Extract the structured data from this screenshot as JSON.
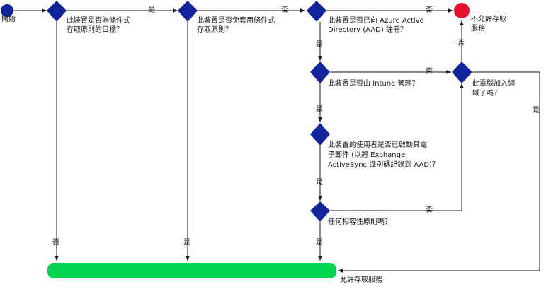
{
  "nodes": {
    "start": {
      "label": "開始"
    },
    "q1": {
      "lines": [
        "此裝置是否為條件式",
        "存取原則的目標？"
      ]
    },
    "q2": {
      "lines": [
        "此裝置是否免套用條件式",
        "存取原則？"
      ]
    },
    "q3": {
      "lines": [
        "此裝置是否已向 Azure Active",
        "Directory (AAD) 註冊？"
      ]
    },
    "q4": {
      "lines": [
        "此裝置是否由 Intune 管理？"
      ]
    },
    "q5": {
      "lines": [
        "此裝置的使用者是否已啟動其電",
        "子郵件 (以將 Exchange",
        "ActiveSync 識別碼記錄到 AAD)？"
      ]
    },
    "q6": {
      "lines": [
        "任何相容性原則嗎？"
      ]
    },
    "q7": {
      "lines": [
        "此電腦加入網",
        "域了嗎？"
      ]
    },
    "deny": {
      "lines": [
        "不允許存取",
        "服務"
      ]
    },
    "allow": {
      "label": "允許存取服務"
    }
  },
  "edge_labels": {
    "q1_to_q2": "是",
    "q2_to_q3": "否",
    "q3_to_deny": "否",
    "q3_to_q4": "是",
    "q4_to_q7": "否",
    "q4_to_q5": "是",
    "q5_to_q6": "是",
    "q6_to_q7": "否",
    "q7_to_deny": "否",
    "q7_to_allow": "是",
    "q1_to_allow": "否",
    "q2_to_allow": "是",
    "q6_to_allow": "是"
  },
  "colors": {
    "start": "#12239e",
    "decision": "#12239e",
    "deny": "#e8112d",
    "allow": "#00d650",
    "line": "#1a1a1a",
    "text": "#1a1a1a"
  }
}
